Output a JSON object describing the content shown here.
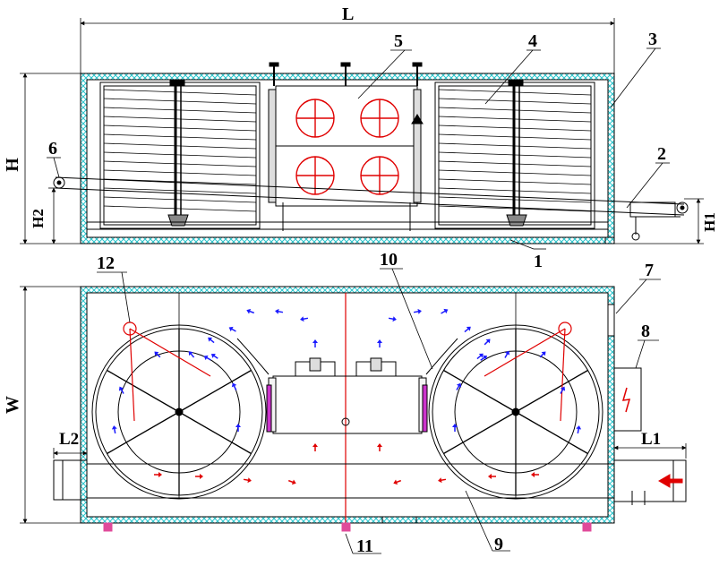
{
  "dimensions": {
    "length": "L",
    "height": "H",
    "width": "W",
    "infeed_height": "H1",
    "outfeed_height": "H2",
    "infeed_length": "L1",
    "outfeed_length": "L2"
  },
  "part_numbers": [
    "1",
    "2",
    "3",
    "4",
    "5",
    "6",
    "7",
    "8",
    "9",
    "10",
    "11",
    "12"
  ],
  "colors": {
    "line": "#000000",
    "insulation": "#29c4cc",
    "fan": "#e00000",
    "cold_airflow": "#1a1aff",
    "return_airflow": "#e00000",
    "heater_rod": "#cc33cc",
    "foot": "#e04a9a",
    "infeed_arrow": "#e00000"
  },
  "icons": {
    "electrical_box": "lightning-bolt-icon",
    "infeed": "arrow-left-icon"
  }
}
